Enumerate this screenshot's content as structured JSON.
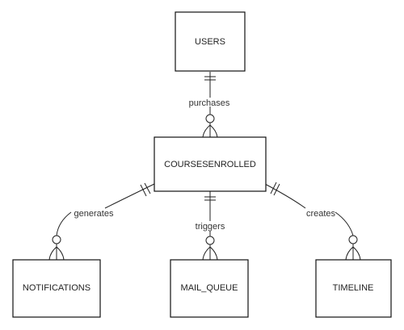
{
  "entities": {
    "users": "USERS",
    "courses_enrolled": "COURSESENROLLED",
    "notifications": "NOTIFICATIONS",
    "mail_queue": "MAIL_QUEUE",
    "timeline": "TIMELINE"
  },
  "relationships": {
    "purchases": "purchases",
    "generates": "generates",
    "triggers": "triggers",
    "creates": "creates"
  },
  "colors": {
    "stroke": "#111111",
    "text": "#222222",
    "background": "#ffffff"
  }
}
